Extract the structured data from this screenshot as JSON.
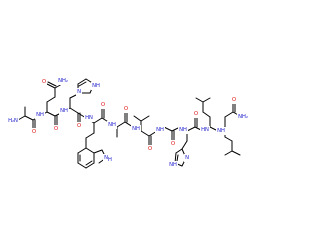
{
  "molecule": {
    "atom_labels": [
      {
        "key": "alaN",
        "text": "H₂N",
        "color": "#1a1acc"
      },
      {
        "key": "alaNH",
        "text": "NH",
        "color": "#1a1acc"
      },
      {
        "key": "alaO",
        "text": "O",
        "color": "#dd1111"
      },
      {
        "key": "asnO1",
        "text": "O",
        "color": "#dd1111"
      },
      {
        "key": "asnN",
        "text": "NH₂",
        "color": "#1a1acc"
      },
      {
        "key": "asnO2",
        "text": "O",
        "color": "#dd1111"
      },
      {
        "key": "asnNH",
        "text": "NH",
        "color": "#1a1acc"
      },
      {
        "key": "hisN1",
        "text": "N",
        "color": "#1a1acc"
      },
      {
        "key": "hisNH1",
        "text": "NH",
        "color": "#1a1acc"
      },
      {
        "key": "hisCO",
        "text": "O",
        "color": "#dd1111"
      },
      {
        "key": "trpNH",
        "text": "HN",
        "color": "#1a1acc"
      },
      {
        "key": "indNH",
        "text": "N",
        "color": "#1a1acc"
      },
      {
        "key": "indH",
        "text": "H",
        "color": "#1a1acc"
      },
      {
        "key": "trpO",
        "text": "O",
        "color": "#dd1111"
      },
      {
        "key": "alaNH2",
        "text": "NH",
        "color": "#1a1acc"
      },
      {
        "key": "alaO2",
        "text": "O",
        "color": "#dd1111"
      },
      {
        "key": "valNH",
        "text": "NH",
        "color": "#1a1acc"
      },
      {
        "key": "valO",
        "text": "O",
        "color": "#dd1111"
      },
      {
        "key": "glyNH",
        "text": "NH",
        "color": "#1a1acc"
      },
      {
        "key": "glyO",
        "text": "O",
        "color": "#dd1111"
      },
      {
        "key": "his2NH",
        "text": "NH",
        "color": "#1a1acc"
      },
      {
        "key": "his2O",
        "text": "O",
        "color": "#dd1111"
      },
      {
        "key": "imid2N",
        "text": "N",
        "color": "#1a1acc"
      },
      {
        "key": "imid2NH",
        "text": "NH",
        "color": "#1a1acc"
      },
      {
        "key": "leuNH",
        "text": "HN",
        "color": "#1a1acc"
      },
      {
        "key": "redNH",
        "text": "NH",
        "color": "#1a1acc"
      },
      {
        "key": "termO",
        "text": "O",
        "color": "#dd1111"
      },
      {
        "key": "termN",
        "text": "NH₂",
        "color": "#1a1acc"
      }
    ]
  }
}
